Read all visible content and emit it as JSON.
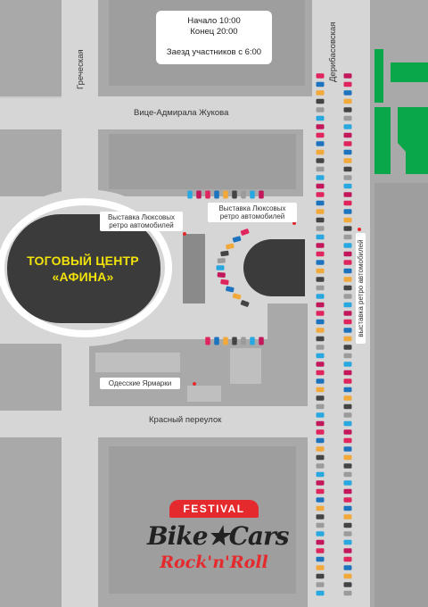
{
  "info": {
    "start": "Начало 10:00",
    "end": "Конец 20:00",
    "arrival": "Заезд участников с 6:00"
  },
  "streets": {
    "grecheskaya": "Греческая",
    "zhukova": "Вице-Адмирала Жукова",
    "deribasovskaya": "Дерибасовская",
    "krasny": "Красный переулок"
  },
  "mall": {
    "line1": "ТОГОВЫЙ ЦЕНТР",
    "line2": "«АФИНА»"
  },
  "labels": {
    "lux_left": "Выставка Люксовых ретро автомобилей",
    "lux_right": "Выставка Люксовых ретро автомобилей",
    "fair": "Одесские Ярмарки",
    "retro_vertical": "выставка ретро автомобилей"
  },
  "logo": {
    "festival": "FESTIVAL",
    "bike_cars": "Bike★Cars",
    "rock_n_roll": "Rock'n'Roll"
  },
  "colors": {
    "road": "#d6d6d6",
    "block": "#a9a9a9",
    "building": "#8a8a8a",
    "mall": "#3b3b3b",
    "park": "#0aa64a",
    "accent": "#e52a2e",
    "mall_text": "#f0e20a"
  },
  "car_colors": [
    "#e0245e",
    "#1e73be",
    "#f2a93b",
    "#444444",
    "#9b9b9b",
    "#29a8e0",
    "#c2185b"
  ]
}
